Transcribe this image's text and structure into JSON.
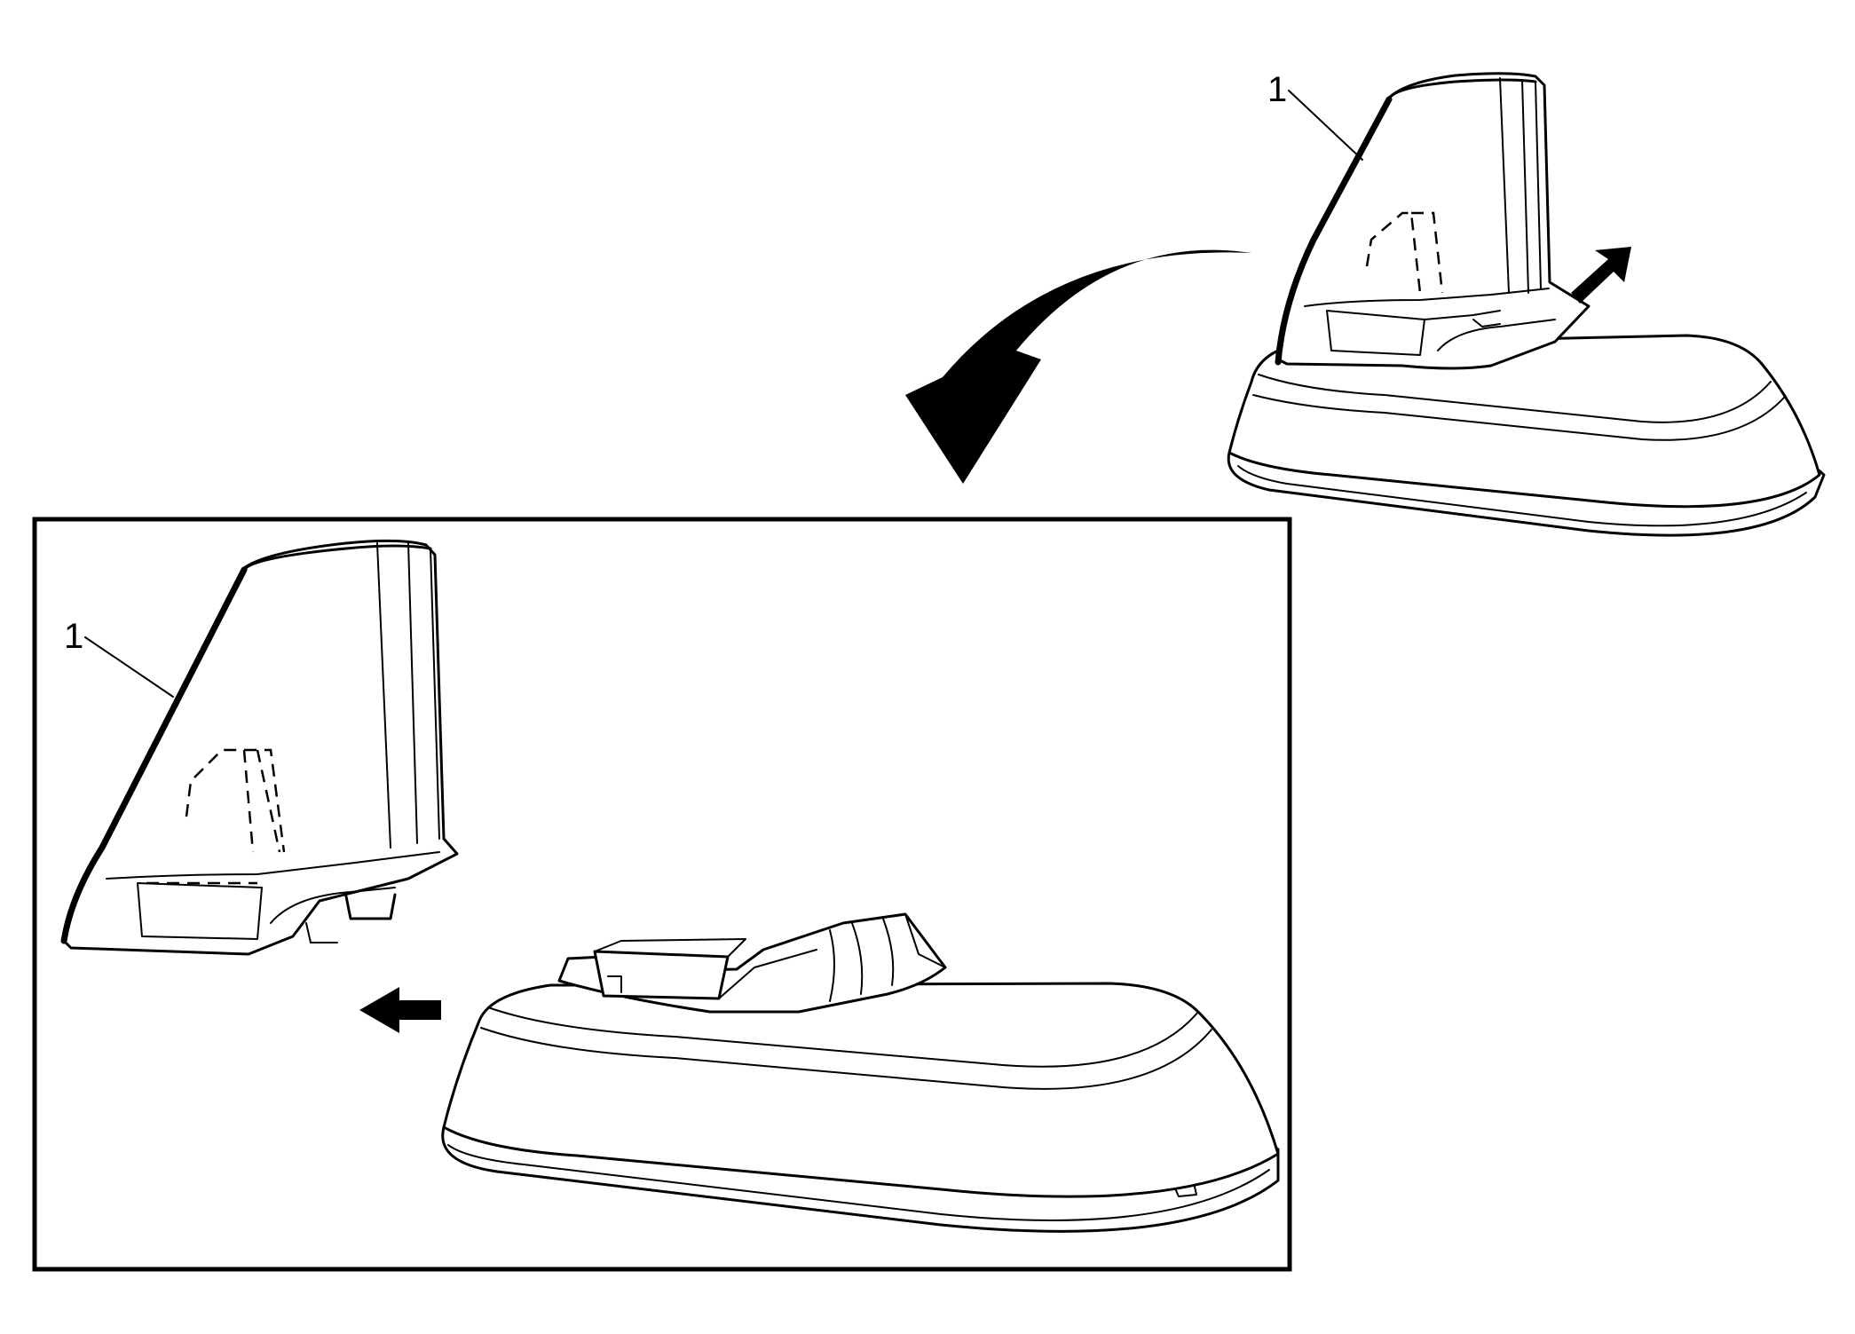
{
  "figure": {
    "callouts": [
      {
        "id": "top",
        "text": "1"
      },
      {
        "id": "inset",
        "text": "1"
      }
    ],
    "colors": {
      "line": "#000000",
      "background": "#ffffff"
    },
    "arrows": [
      "curved-arrow-down-left",
      "push-arrow-diagonal",
      "pull-arrow-left"
    ]
  }
}
